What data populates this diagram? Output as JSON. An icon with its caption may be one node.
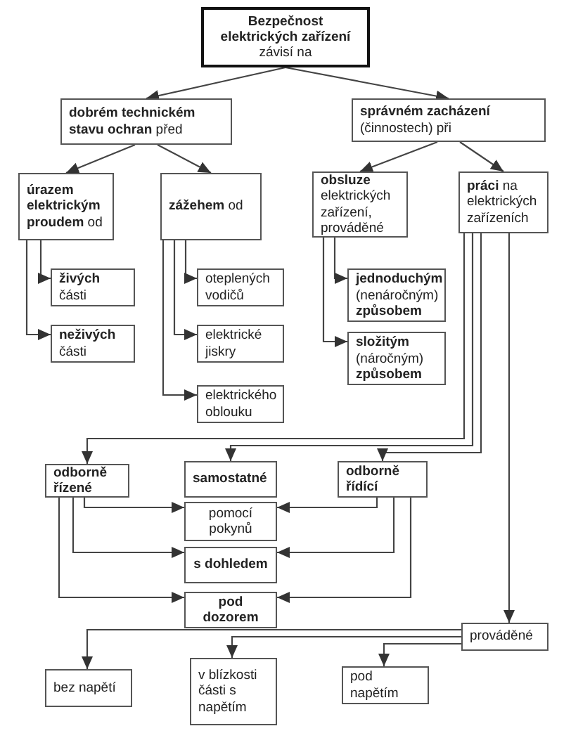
{
  "diagram": {
    "nodes": [
      {
        "text": [
          "Bezpečnost elektrických zařízení",
          "závisí na"
        ]
      },
      {
        "text": [
          "**dobrém technickém stavu ochran** před"
        ]
      },
      {
        "text": [
          "**správném zacházení** (činnostech) při"
        ]
      },
      {
        "text": [
          "**úrazem elektrickým proudem** od"
        ]
      },
      {
        "text": [
          "**zážehem** od"
        ]
      },
      {
        "text": [
          "**obsluze** elektrických zařízení, prováděné"
        ]
      },
      {
        "text": [
          "**práci** na elektrických zařízeních"
        ]
      },
      {
        "text": [
          "**živých** části"
        ]
      },
      {
        "text": [
          "**neživých** části"
        ]
      },
      {
        "text": [
          "oteplených vodičů"
        ]
      },
      {
        "text": [
          "elektrické jiskry"
        ]
      },
      {
        "text": [
          "elektrického oblouku"
        ]
      },
      {
        "text": [
          "**jednoduchým** (nenáročným) **způsobem**"
        ]
      },
      {
        "text": [
          "**složitým** (náročným) **způsobem**"
        ]
      },
      {
        "text": [
          "odborně řízené"
        ]
      },
      {
        "text": [
          "samostatné"
        ]
      },
      {
        "text": [
          "odborně řídící"
        ]
      },
      {
        "text": [
          "pomocí pokynů"
        ]
      },
      {
        "text": [
          "s dohledem"
        ]
      },
      {
        "text": [
          "pod dozorem"
        ]
      },
      {
        "text": [
          "prováděné"
        ]
      },
      {
        "text": [
          "bez napětí"
        ]
      },
      {
        "text": [
          "v blízkosti části s napětím"
        ]
      },
      {
        "text": [
          "pod napětím"
        ]
      }
    ],
    "edges": [
      {
        "from": 0,
        "to": 1,
        "arrow": "to"
      },
      {
        "from": 0,
        "to": 2,
        "arrow": "to"
      },
      {
        "from": 1,
        "to": 3,
        "arrow": "to"
      },
      {
        "from": 1,
        "to": 4,
        "arrow": "to"
      },
      {
        "from": 2,
        "to": 5,
        "arrow": "to"
      },
      {
        "from": 2,
        "to": 6,
        "arrow": "to"
      },
      {
        "from": 3,
        "to": 7,
        "arrow": "to"
      },
      {
        "from": 3,
        "to": 8,
        "arrow": "to"
      },
      {
        "from": 4,
        "to": 9,
        "arrow": "to"
      },
      {
        "from": 4,
        "to": 10,
        "arrow": "to"
      },
      {
        "from": 4,
        "to": 11,
        "arrow": "to"
      },
      {
        "from": 5,
        "to": 12,
        "arrow": "to"
      },
      {
        "from": 5,
        "to": 13,
        "arrow": "to"
      },
      {
        "from": 6,
        "to": 14,
        "arrow": "to"
      },
      {
        "from": 6,
        "to": 15,
        "arrow": "to"
      },
      {
        "from": 6,
        "to": 16,
        "arrow": "to"
      },
      {
        "from": 6,
        "to": 20,
        "arrow": "to"
      },
      {
        "from": 14,
        "to": 17,
        "arrow": "to"
      },
      {
        "from": 16,
        "to": 17,
        "arrow": "to"
      },
      {
        "from": 14,
        "to": 18,
        "arrow": "to"
      },
      {
        "from": 16,
        "to": 18,
        "arrow": "to"
      },
      {
        "from": 14,
        "to": 19,
        "arrow": "to"
      },
      {
        "from": 16,
        "to": 19,
        "arrow": "to"
      },
      {
        "from": 20,
        "to": 21,
        "arrow": "to"
      },
      {
        "from": 20,
        "to": 22,
        "arrow": "to"
      },
      {
        "from": 20,
        "to": 23,
        "arrow": "to"
      }
    ]
  }
}
